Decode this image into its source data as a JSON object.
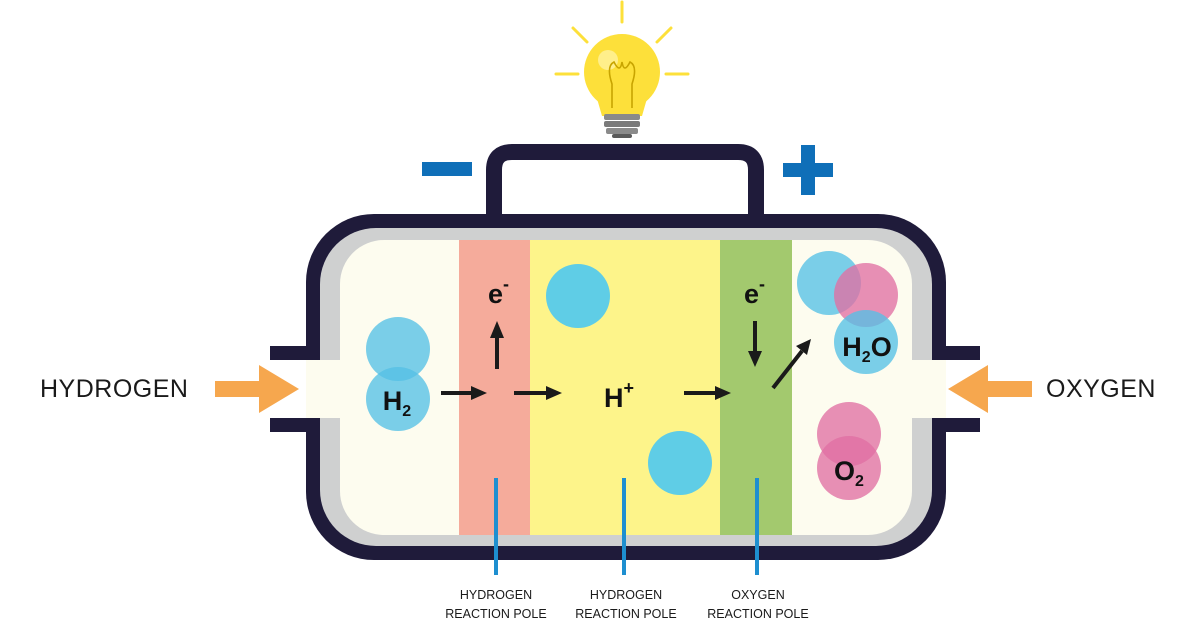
{
  "inputs": {
    "left": "HYDROGEN",
    "right": "OXYGEN"
  },
  "terminals": {
    "negative": "−",
    "positive": "+"
  },
  "species": {
    "h2": {
      "base": "H",
      "sub": "2"
    },
    "h_plus": {
      "base": "H",
      "sup": "+"
    },
    "electron_anode": {
      "base": "e",
      "sup": "-"
    },
    "electron_cathode": {
      "base": "e",
      "sup": "-"
    },
    "water": {
      "base1": "H",
      "sub": "2",
      "base2": "O"
    },
    "o2": {
      "base": "O",
      "sub": "2"
    }
  },
  "poles": [
    {
      "line1": "HYDROGEN",
      "line2": "REACTION POLE"
    },
    {
      "line1": "HYDROGEN",
      "line2": "REACTION POLE"
    },
    {
      "line1": "OXYGEN",
      "line2": "REACTION POLE"
    }
  ],
  "colors": {
    "outline": "#1f1b3a",
    "shell": "#cfd0d0",
    "chamber": "#fdfcef",
    "anode_band": "#f5ab9b",
    "electrolyte_band": "#fdf48a",
    "cathode_band": "#a3c96e",
    "pole_line": "#1e8fd0",
    "terminal_sign": "#0f6fb8",
    "flow_arrow": "#f6a74e",
    "hydrogen_atom": "#55c0e6",
    "oxygen_atom": "#e06fa3",
    "bulb": "#fde03a",
    "bulb_base": "#8a8a8a"
  },
  "icons": [
    "lightbulb-icon",
    "minus-icon",
    "plus-icon",
    "arrow-right-icon",
    "arrow-up-icon",
    "arrow-down-icon"
  ]
}
